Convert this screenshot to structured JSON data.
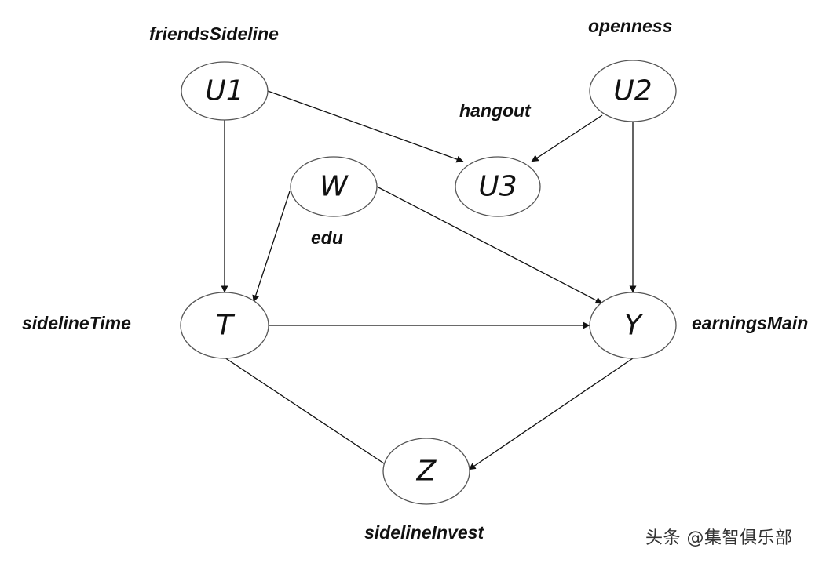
{
  "nodes": {
    "U1": {
      "label": "U1",
      "name": "friendsSideline"
    },
    "U2": {
      "label": "U2",
      "name": "openness"
    },
    "U3": {
      "label": "U3",
      "name": "hangout"
    },
    "W": {
      "label": "W",
      "name": "edu"
    },
    "T": {
      "label": "T",
      "name": "sidelineTime"
    },
    "Y": {
      "label": "Y",
      "name": "earningsMain"
    },
    "Z": {
      "label": "Z",
      "name": "sidelineInvest"
    }
  },
  "edges": [
    {
      "from": "U1",
      "to": "U3"
    },
    {
      "from": "U1",
      "to": "T"
    },
    {
      "from": "U2",
      "to": "U3"
    },
    {
      "from": "U2",
      "to": "Y"
    },
    {
      "from": "W",
      "to": "T"
    },
    {
      "from": "W",
      "to": "Y"
    },
    {
      "from": "T",
      "to": "Y"
    },
    {
      "from": "T",
      "to": "Z"
    },
    {
      "from": "Y",
      "to": "Z"
    }
  ],
  "watermark": "头条 @集智俱乐部"
}
